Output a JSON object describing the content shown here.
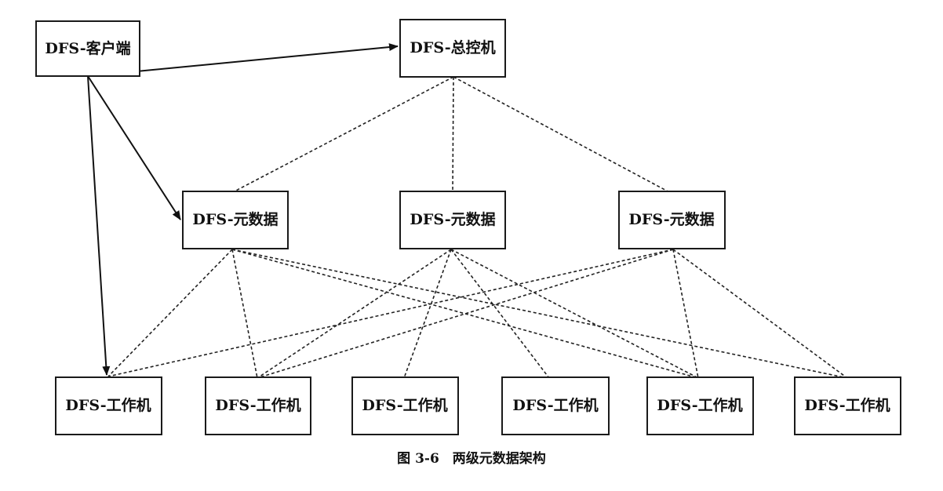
{
  "diagram": {
    "nodes": {
      "client": "DFS-客户端",
      "master": "DFS-总控机",
      "meta": [
        "DFS-元数据",
        "DFS-元数据",
        "DFS-元数据"
      ],
      "workers": [
        "DFS-工作机",
        "DFS-工作机",
        "DFS-工作机",
        "DFS-工作机",
        "DFS-工作机",
        "DFS-工作机"
      ]
    },
    "caption": "图 3-6　两级元数据架构"
  }
}
